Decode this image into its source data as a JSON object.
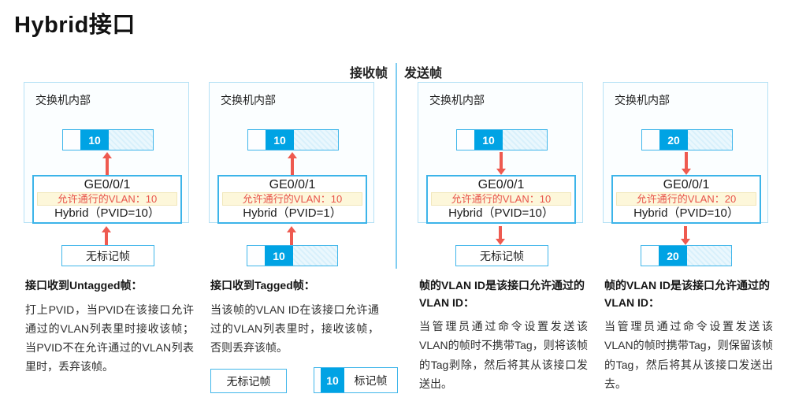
{
  "title": "Hybrid接口",
  "headers": {
    "receive": "接收帧",
    "send": "发送帧"
  },
  "legend": {
    "untagged_label": "无标记帧",
    "tagged_vlan": "10",
    "tagged_label": "标记帧"
  },
  "colors": {
    "tag_blue": "#00a3e4",
    "bar_border_blue": "#41b6ea",
    "switch_border_blue": "#b5e1f5",
    "arrow_red": "#ee5a50",
    "allowed_vlan_text_red": "#e8544b",
    "allowed_vlan_bg_yellow": "#fdf7da",
    "divider_blue": "#7fcdf1"
  },
  "panels": [
    {
      "switch_label": "交换机内部",
      "frame_vlan": "10",
      "port_name": "GE0/0/1",
      "allowed_vlan": "允许通行的VLAN：10",
      "mode": "Hybrid（PVID=10）",
      "bottom_label": "无标记帧",
      "heading": "接口收到Untagged帧：",
      "description": "打上PVID，当PVID在该接口允许通过的VLAN列表里时接收该帧；当PVID不在允许通过的VLAN列表里时，丢弃该帧。"
    },
    {
      "switch_label": "交换机内部",
      "frame_vlan": "10",
      "port_name": "GE0/0/1",
      "allowed_vlan": "允许通行的VLAN：10",
      "mode": "Hybrid（PVID=1）",
      "bottom_frame_vlan": "10",
      "heading": "接口收到Tagged帧：",
      "description": "当该帧的VLAN ID在该接口允许通过的VLAN列表里时，接收该帧，否则丢弃该帧。"
    },
    {
      "switch_label": "交换机内部",
      "frame_vlan": "10",
      "port_name": "GE0/0/1",
      "allowed_vlan": "允许通行的VLAN：10",
      "mode": "Hybrid（PVID=10）",
      "bottom_label": "无标记帧",
      "heading": "帧的VLAN ID是该接口允许通过的VLAN ID：",
      "description": "当管理员通过命令设置发送该VLAN的帧时不携带Tag，则将该帧的Tag剥除，然后将其从该接口发送出。"
    },
    {
      "switch_label": "交换机内部",
      "frame_vlan": "20",
      "port_name": "GE0/0/1",
      "allowed_vlan": "允许通行的VLAN：20",
      "mode": "Hybrid（PVID=10）",
      "bottom_frame_vlan": "20",
      "heading": "帧的VLAN ID是该接口允许通过的VLAN ID：",
      "description": "当管理员通过命令设置发送该VLAN的帧时携带Tag，则保留该帧的Tag，然后将其从该接口发送出去。"
    }
  ]
}
